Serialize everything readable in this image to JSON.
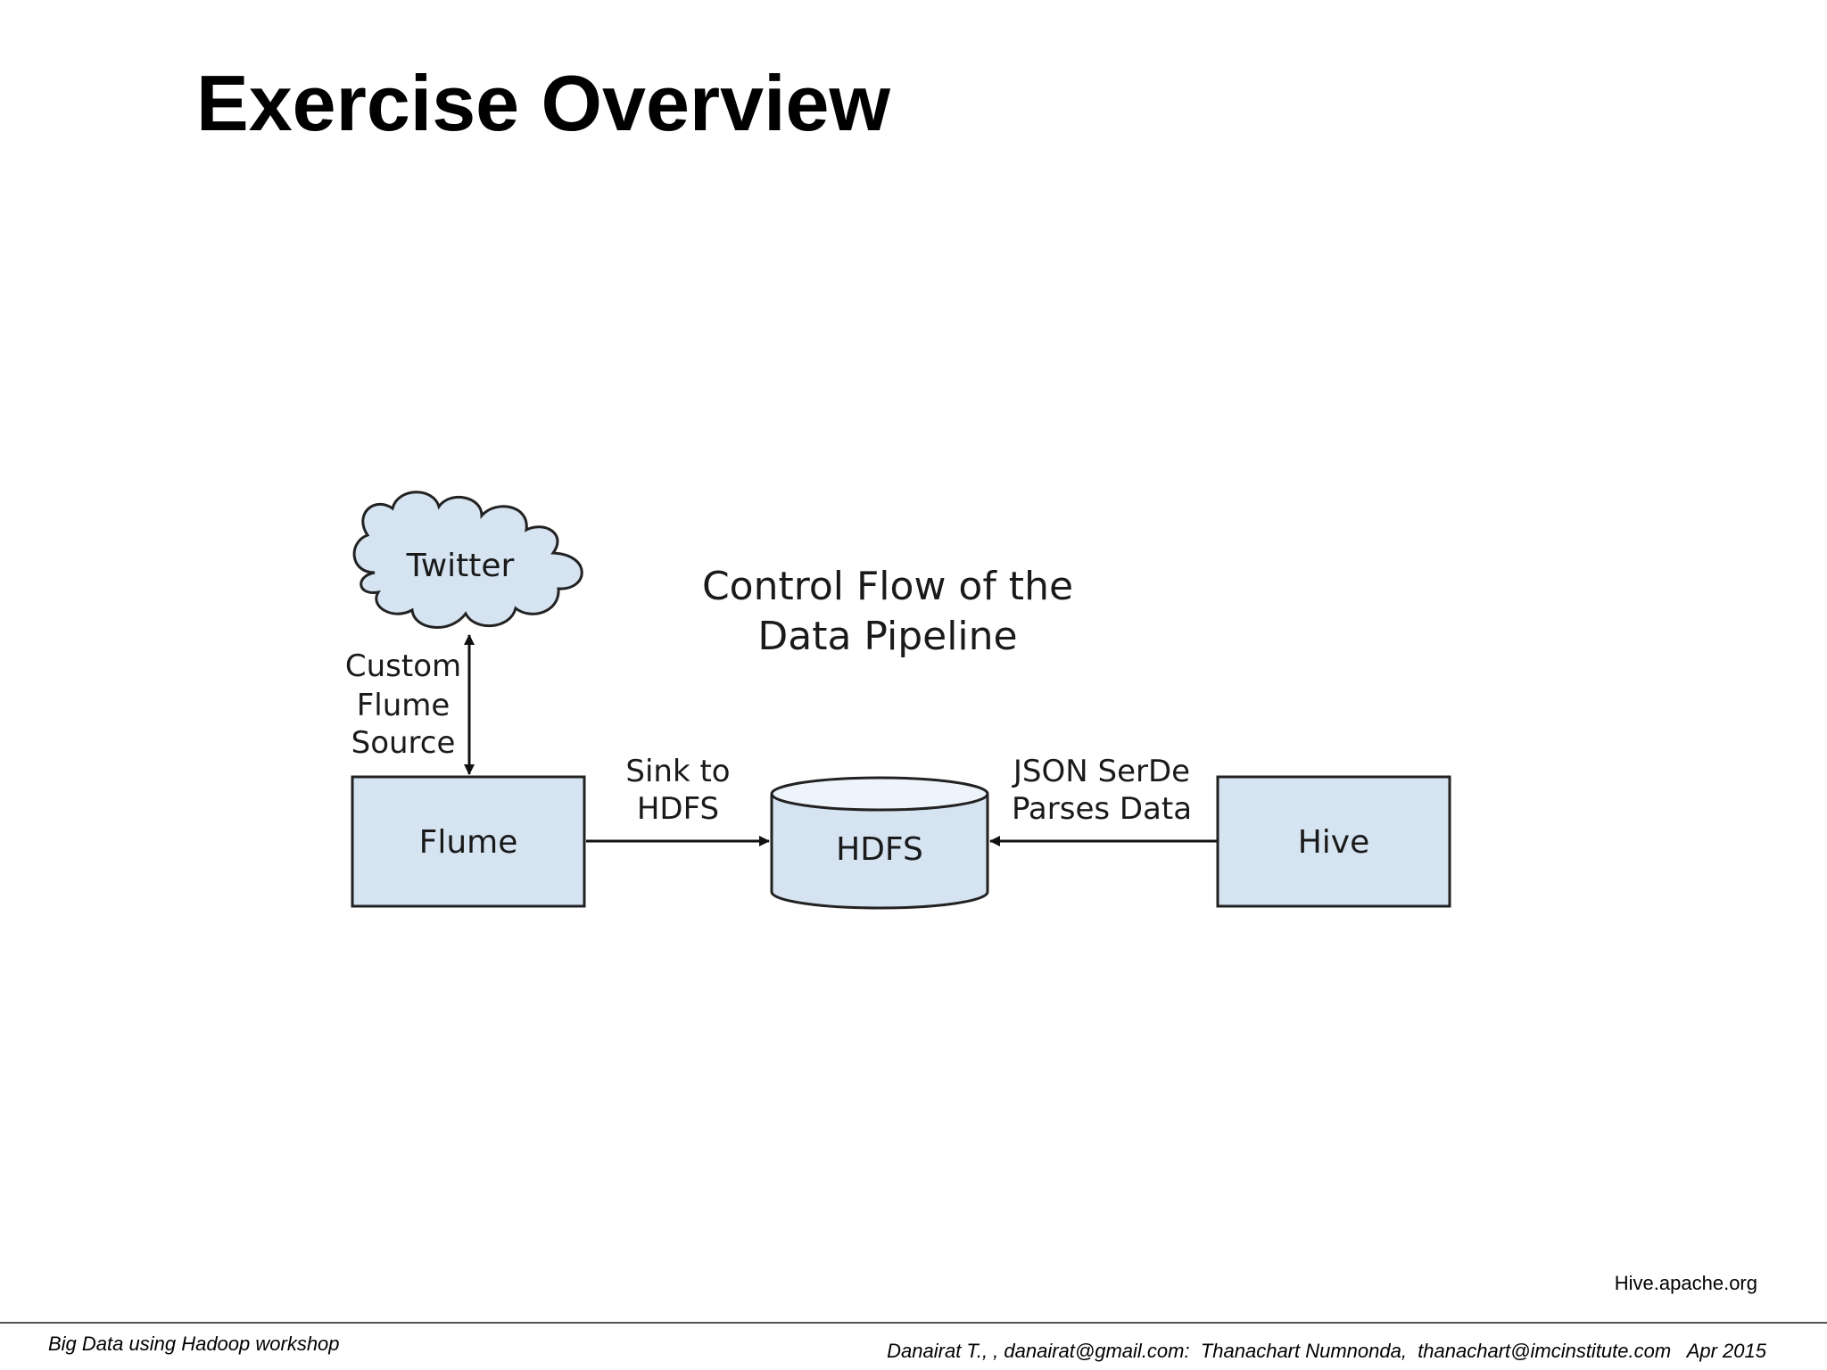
{
  "slide": {
    "title": "Exercise Overview"
  },
  "diagram": {
    "caption_line1": "Control Flow of the",
    "caption_line2": "Data Pipeline",
    "nodes": {
      "twitter": "Twitter",
      "flume": "Flume",
      "hdfs": "HDFS",
      "hive": "Hive"
    },
    "edges": {
      "custom_source": [
        "Custom",
        "Flume",
        "Source"
      ],
      "sink": [
        "Sink to",
        "HDFS"
      ],
      "serde": [
        "JSON SerDe",
        "Parses Data"
      ]
    },
    "colors": {
      "box_fill": "#d6e4f2",
      "stroke": "#222222"
    }
  },
  "source_credit": "Hive.apache.org",
  "footer": {
    "left": "Big Data using Hadoop workshop",
    "right": "Danairat T., , danairat@gmail.com:  Thanachart Numnonda,  thanachart@imcinstitute.com   Apr 2015"
  }
}
